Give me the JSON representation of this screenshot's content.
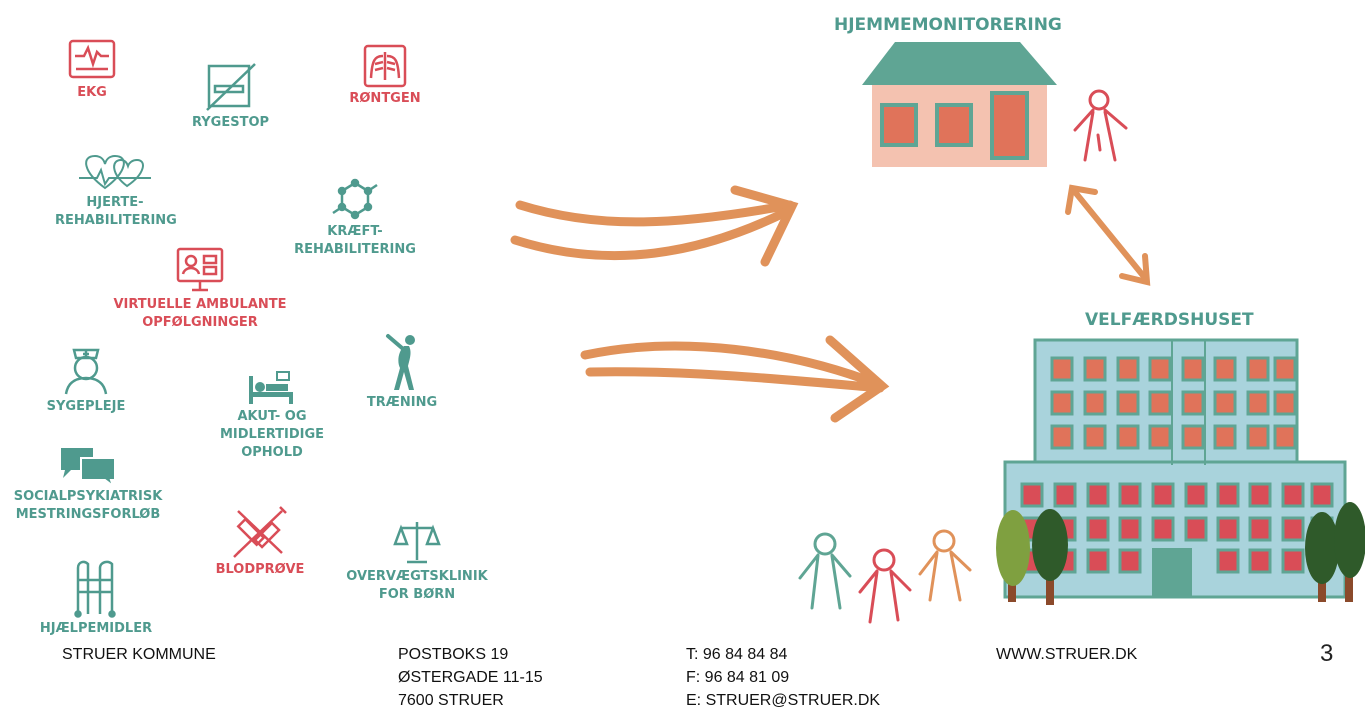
{
  "services": {
    "ekg": "EKG",
    "rygestop": "RYGESTOP",
    "rontgen": "RØNTGEN",
    "hjerte": [
      "HJERTE-",
      "REHABILITERING"
    ],
    "kraeft": [
      "KRÆFT-",
      "REHABILITERING"
    ],
    "virtuelle": [
      "VIRTUELLE AMBULANTE",
      "OPFØLGNINGER"
    ],
    "sygepleje": "SYGEPLEJE",
    "akut": [
      "AKUT- OG",
      "MIDLERTIDIGE",
      "OPHOLD"
    ],
    "traening": "TRÆNING",
    "social": [
      "SOCIALPSYKIATRISK",
      "MESTRINGSFORLØB"
    ],
    "blodprove": "BLODPRØVE",
    "overvaegt": [
      "OVERVÆGTSKLINIK",
      "FOR BØRN"
    ],
    "hjaelpemidler": "HJÆLPEMIDLER"
  },
  "destinations": {
    "home": "HJEMMEMONITORERING",
    "welfare": "VELFÆRDSHUSET"
  },
  "footer": {
    "org": "STRUER KOMMUNE",
    "address": [
      "POSTBOKS 19",
      "ØSTERGADE 11-15",
      "7600 STRUER"
    ],
    "contact": [
      "T: 96 84 84 84",
      "F: 96 84 81 09",
      "E: STRUER@STRUER.DK"
    ],
    "web": "WWW.STRUER.DK",
    "page": "3"
  },
  "colors": {
    "teal": "#4f9a8e",
    "red": "#d94d57",
    "arrow": "#e0925a",
    "house": "#f4c2b0",
    "building": "#a9d3dc"
  },
  "icons": [
    "ecg-monitor-icon",
    "no-smoking-icon",
    "xray-icon",
    "hearts-icon",
    "molecule-icon",
    "video-consult-icon",
    "nurse-icon",
    "hospital-bed-icon",
    "exercise-icon",
    "chat-bubbles-icon",
    "syringe-icon",
    "scale-icon",
    "walker-icon",
    "house-icon",
    "person-icon",
    "building-icon",
    "tree-icon"
  ]
}
